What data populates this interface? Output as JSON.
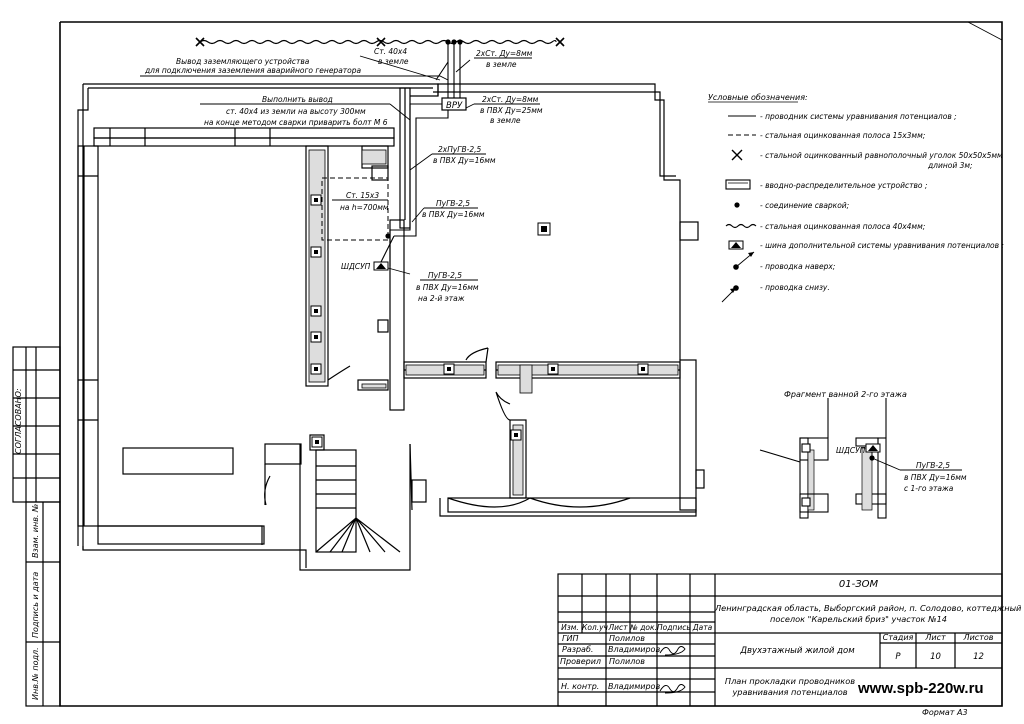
{
  "side_stamp": {
    "agreed": "СОГЛАСОВАНО:",
    "substitute": "Взам. инв. №",
    "sign_date": "Подпись и дата",
    "inv_no": "Инв.№ подл."
  },
  "plan_labels": {
    "ground_output": [
      "Вывод заземляющего устройства",
      "для подключения заземления аварийного генератора"
    ],
    "steel_40x4": [
      "Ст. 40х4",
      "в земле"
    ],
    "two_steel_dy8": [
      "2хСт. Ду=8мм",
      "в земле"
    ],
    "make_output": [
      "Выполнить вывод",
      "ст. 40х4 из земли на высоту 300мм",
      "на конце методом сварки приварить болт М 6"
    ],
    "vru": "ВРУ",
    "steel_dy8_pvh25": [
      "2хСт. Ду=8мм",
      "в ПВХ Ду=25мм",
      "в земле"
    ],
    "pugv_2x": [
      "2хПуГВ-2,5",
      "в ПВХ Ду=16мм"
    ],
    "steel_15x3": [
      "Ст. 15х3",
      "на h=700мм"
    ],
    "pugv_a": [
      "ПуГВ-2,5",
      "в ПВХ Ду=16мм"
    ],
    "shdsup": "ШДСУП",
    "pugv_b": [
      "ПуГВ-2,5",
      "в ПВХ Ду=16мм",
      "на 2-й этаж"
    ]
  },
  "legend": {
    "title": "Условные обозначения:",
    "items": [
      {
        "icon": "solid-line-icon",
        "text": "- проводник системы уравнивания потенциалов ;"
      },
      {
        "icon": "dashed-line-icon",
        "text": "- стальная оцинкованная полоса 15х3мм;"
      },
      {
        "icon": "cross-icon",
        "text": "- стальной оцинкованный равнополочный уголок 50х50х5мм",
        "text2": "длиной 3м;"
      },
      {
        "icon": "box-icon",
        "text": "- вводно-распределительное устройство ;"
      },
      {
        "icon": "dot-icon",
        "text": "- соединение сваркой;"
      },
      {
        "icon": "wavy-line-icon",
        "text": "- стальная оцинкованная полоса 40х4мм;"
      },
      {
        "icon": "busbar-icon",
        "text": "- шина дополнительной системы уравнивания потенциалов ;"
      },
      {
        "icon": "arrow-up-icon",
        "text": "- проводка наверх;"
      },
      {
        "icon": "arrow-down-icon",
        "text": "- проводка снизу."
      }
    ]
  },
  "fragment": {
    "title": "Фрагмент ванной 2-го этажа",
    "shdsup": "ШДСУП",
    "cable": [
      "ПуГВ-2,5",
      "в ПВХ Ду=16мм",
      "с 1-го этажа"
    ]
  },
  "title_block": {
    "code": "01-ЗОМ",
    "address": [
      "Ленинградская область, Выборгский район, п. Солодово, коттеджный",
      "поселок \"Карельский бриз\" участок №14"
    ],
    "headers": [
      "Изм.",
      "Кол.уч",
      "Лист",
      "№ док.",
      "Подпись",
      "Дата"
    ],
    "rows": [
      {
        "role": "ГИП",
        "name": "Полилов"
      },
      {
        "role": "Разраб.",
        "name": "Владимиров"
      },
      {
        "role": "Проверил",
        "name": "Полилов"
      },
      {
        "role": "",
        "name": ""
      },
      {
        "role": "Н. контр.",
        "name": "Владимиров"
      }
    ],
    "object": "Двухэтажный жилой дом",
    "stage_header": "Стадия",
    "sheet_header": "Лист",
    "sheets_header": "Листов",
    "stage": "Р",
    "sheet": "10",
    "sheets": "12",
    "drawing_title": [
      "План прокладки проводников",
      "уравнивания потенциалов"
    ],
    "format": "Формат А3"
  },
  "watermark": "www.spb-220w.ru"
}
